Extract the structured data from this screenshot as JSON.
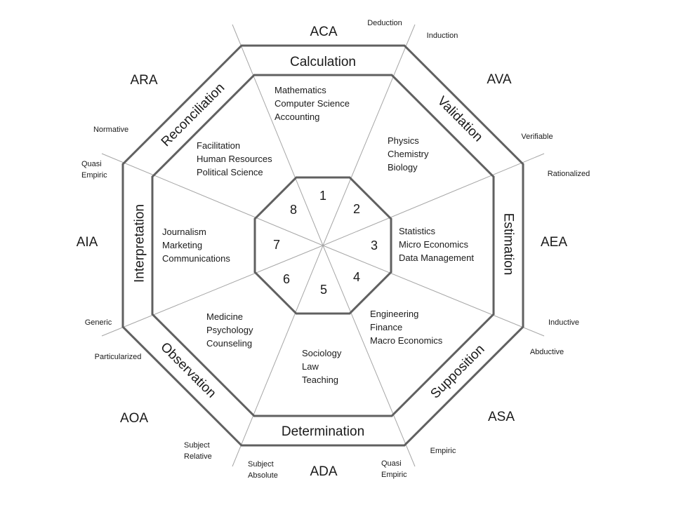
{
  "center_numbers": [
    "1",
    "2",
    "3",
    "4",
    "5",
    "6",
    "7",
    "8"
  ],
  "sections": [
    "Calculation",
    "Validation",
    "Estimation",
    "Supposition",
    "Determination",
    "Observation",
    "Interpretation",
    "Reconciliation"
  ],
  "codes": [
    "ACA",
    "AVA",
    "AEA",
    "ASA",
    "ADA",
    "AOA",
    "AIA",
    "ARA"
  ],
  "fields": [
    [
      "Mathematics",
      "Computer Science",
      "Accounting"
    ],
    [
      "Physics",
      "Chemistry",
      "Biology"
    ],
    [
      "Statistics",
      "Micro Economics",
      "Data Management"
    ],
    [
      "Engineering",
      "Finance",
      "Macro Economics"
    ],
    [
      "Sociology",
      "Law",
      "Teaching"
    ],
    [
      "Medicine",
      "Psychology",
      "Counseling"
    ],
    [
      "Journalism",
      "Marketing",
      "Communications"
    ],
    [
      "Facilitation",
      "Human Resources",
      "Political Science"
    ]
  ],
  "reasoning_labels": [
    [
      "Deduction"
    ],
    [
      "Induction"
    ],
    [
      "Verifiable"
    ],
    [
      "Rationalized"
    ],
    [
      "Inductive"
    ],
    [
      "Abductive"
    ],
    [
      "Empiric"
    ],
    [
      "Quasi",
      "Empiric"
    ],
    [
      "Subject",
      "Absolute"
    ],
    [
      "Subject",
      "Relative"
    ],
    [
      "Particularized"
    ],
    [
      "Generic"
    ],
    [
      "Quasi",
      "Empiric"
    ],
    [
      "Normative"
    ]
  ],
  "colors": {
    "frame": "#606060",
    "spoke": "#a6a6a6",
    "text": "#1a1a1a"
  }
}
